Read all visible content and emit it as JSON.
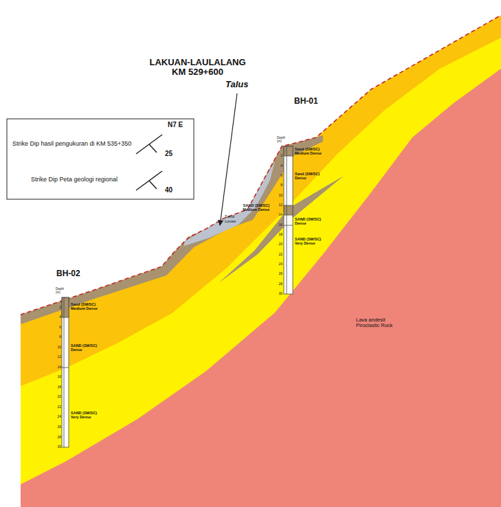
{
  "diagram": {
    "title": "LAKUAN-LAULALANG KM 529+600",
    "labels": [
      "Talus",
      "BH-01",
      "BH-02",
      "N7 E",
      "25",
      "40",
      "Sand Loose",
      "Depth (m)",
      "2",
      "4",
      "6",
      "8",
      "10",
      "12",
      "14",
      "16",
      "18",
      "20",
      "22",
      "24",
      "26",
      "28",
      "30",
      "Sand (SM/SC) Medium Dense",
      "Sand (SM/SC) Dense",
      "SAND (SM/SC) Medium Dense",
      "SAND (SM/SC) Dense",
      "SAND (SM/SC) Very Dense",
      "Depth (m)",
      "2",
      "4",
      "6",
      "8",
      "10",
      "12",
      "14",
      "16",
      "18",
      "20",
      "22",
      "24",
      "26",
      "28",
      "30",
      "Sand (SM/SC) Medium Dense",
      "SAND (SM/SC) Dense",
      "SAND (SM/SC) Very Dense",
      "Lava andesit Piroclastic Rock"
    ],
    "legend": [
      {
        "text": "Strike Dip hasil pengukuran di KM 535+350"
      },
      {
        "text": "Strike Dip Peta geologi regional"
      }
    ]
  }
}
